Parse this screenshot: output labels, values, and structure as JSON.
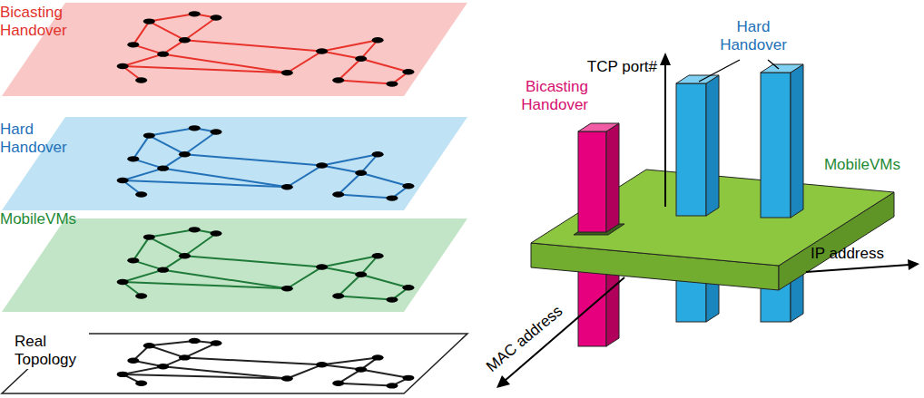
{
  "diagram": {
    "nodes": [
      {
        "text": [
          "Bicasting Handover"
        ]
      },
      {
        "text": [
          "Hard Handover"
        ]
      },
      {
        "text": [
          "MobileVMs"
        ]
      },
      {
        "text": [
          "Real Topology"
        ]
      },
      {
        "text": [
          "MobileVMs"
        ]
      }
    ],
    "labels": [
      "TCP port#",
      "Bicasting Handover",
      "Hard Handover",
      "IP address",
      "MAC address"
    ]
  }
}
